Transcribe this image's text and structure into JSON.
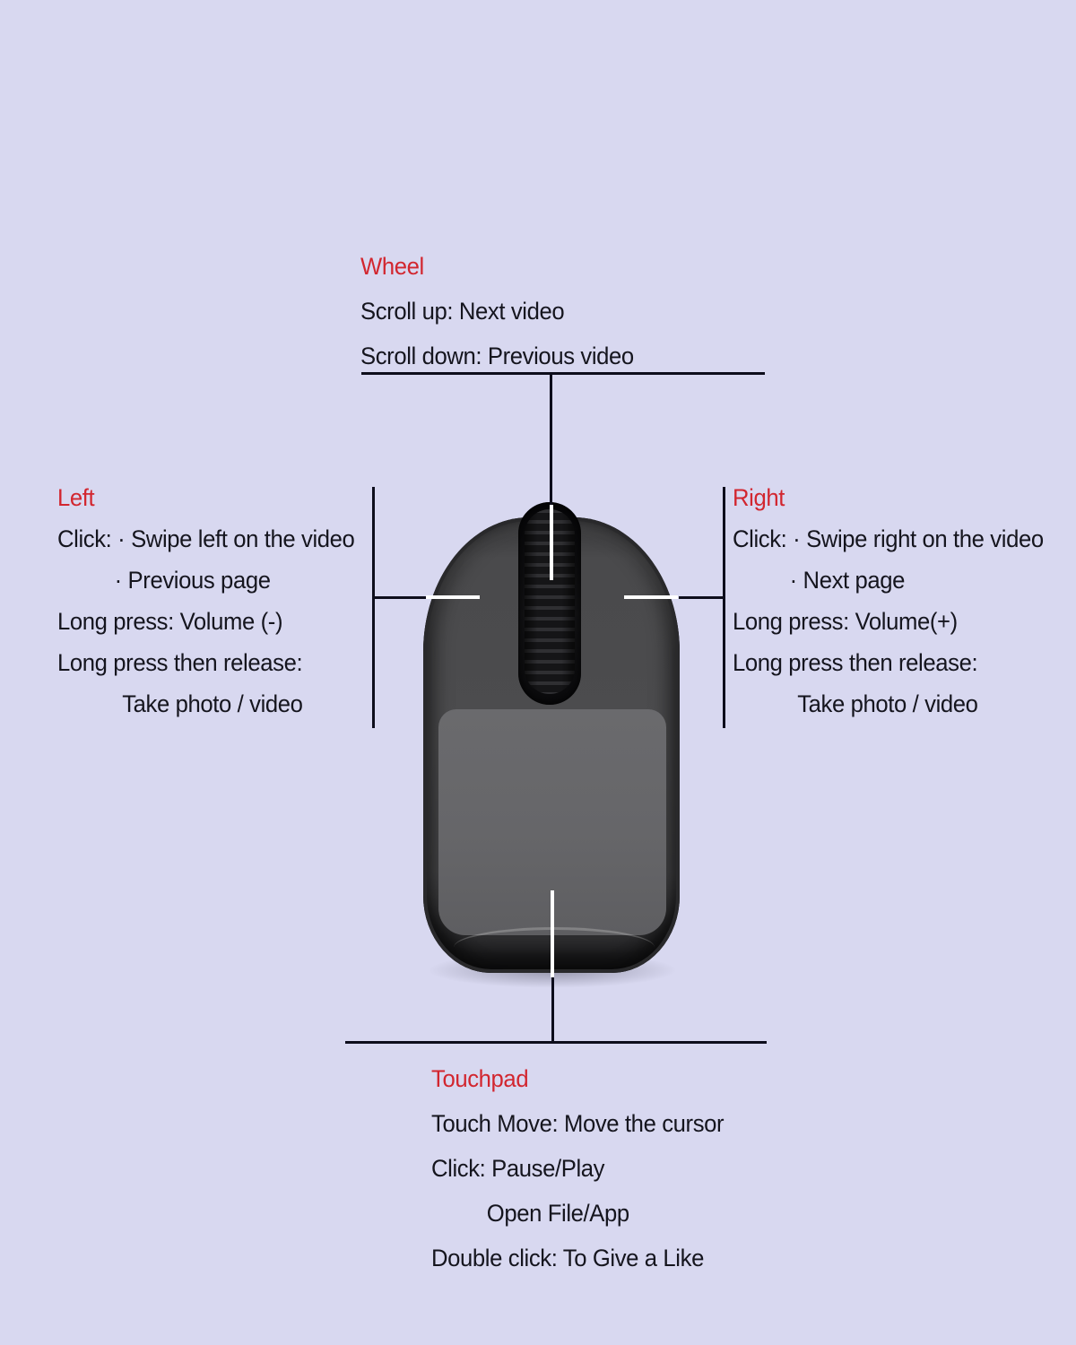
{
  "page": {
    "background": "#d8d8f0",
    "colors": {
      "accent_red": "#d2262f",
      "text": "#15151e",
      "connector_line": "#0d0d1c",
      "pointer_line": "#ffffff",
      "mouse_body": "#4a4a4c",
      "mouse_touchpad": "#666669",
      "mouse_wheel": "#151517"
    }
  },
  "mouse": {
    "parts": [
      "mouse-body",
      "scroll-wheel",
      "left-button",
      "right-button",
      "touchpad-surface"
    ]
  },
  "annotations": {
    "wheel": {
      "title": "Wheel",
      "lines": [
        "Scroll up: Next video",
        "Scroll down: Previous video"
      ]
    },
    "left": {
      "title": "Left",
      "lines": [
        "Click: · Swipe left on the video",
        "· Previous page",
        "Long press: Volume (-)",
        "Long press then release:",
        "Take photo / video"
      ]
    },
    "right": {
      "title": "Right",
      "lines": [
        "Click: · Swipe right on the video",
        "· Next page",
        "Long press: Volume(+)",
        "Long press then release:",
        "Take photo / video"
      ]
    },
    "touchpad": {
      "title": "Touchpad",
      "lines": [
        "Touch Move: Move the cursor",
        "Click: Pause/Play",
        "Open File/App",
        "Double click: To Give a Like"
      ]
    }
  }
}
